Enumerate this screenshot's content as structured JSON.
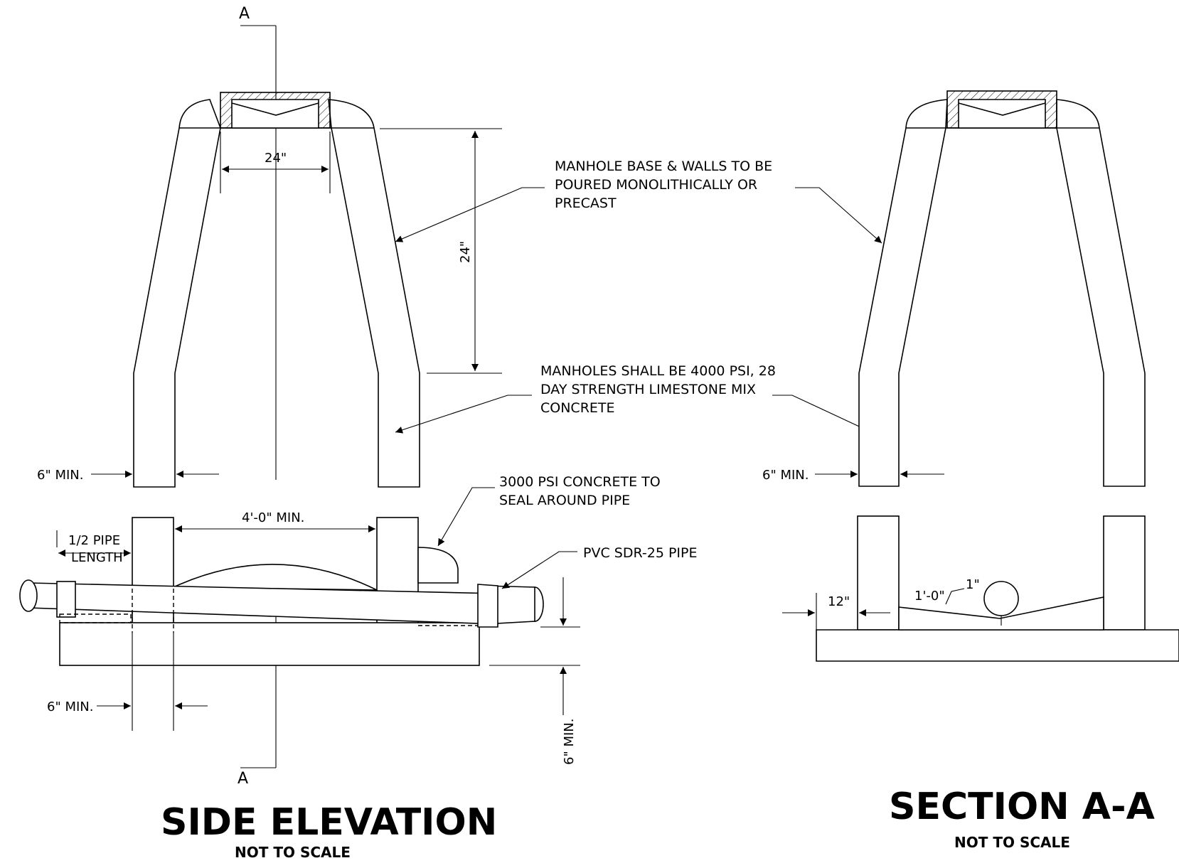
{
  "side_elevation": {
    "title": "SIDE ELEVATION",
    "subtitle": "NOT TO SCALE",
    "section_mark_top": "A",
    "section_mark_bottom": "A",
    "dim_opening": "24\"",
    "dim_cone_height": "24\"",
    "dim_wall_min": "6\" MIN.",
    "dim_base_min": "6\" MIN.",
    "dim_base_depth": "6\" MIN.",
    "dim_inside_width": "4'-0\" MIN.",
    "dim_half_pipe_line1": "1/2 PIPE",
    "dim_half_pipe_line2": "LENGTH"
  },
  "section_aa": {
    "title": "SECTION A-A",
    "subtitle": "NOT TO SCALE",
    "dim_wall_min": "6\" MIN.",
    "dim_12": "12\"",
    "dim_1ft": "1'-0\"",
    "dim_1in": "1\""
  },
  "notes": {
    "walls_line1": "MANHOLE BASE & WALLS TO BE",
    "walls_line2": "POURED MONOLITHICALLY OR",
    "walls_line3": "PRECAST",
    "psi_line1": "MANHOLES SHALL BE 4000 PSI, 28",
    "psi_line2": "DAY STRENGTH LIMESTONE MIX",
    "psi_line3": "CONCRETE",
    "seal_line1": "3000 PSI CONCRETE TO",
    "seal_line2": "SEAL AROUND PIPE",
    "pipe": "PVC SDR-25 PIPE"
  }
}
